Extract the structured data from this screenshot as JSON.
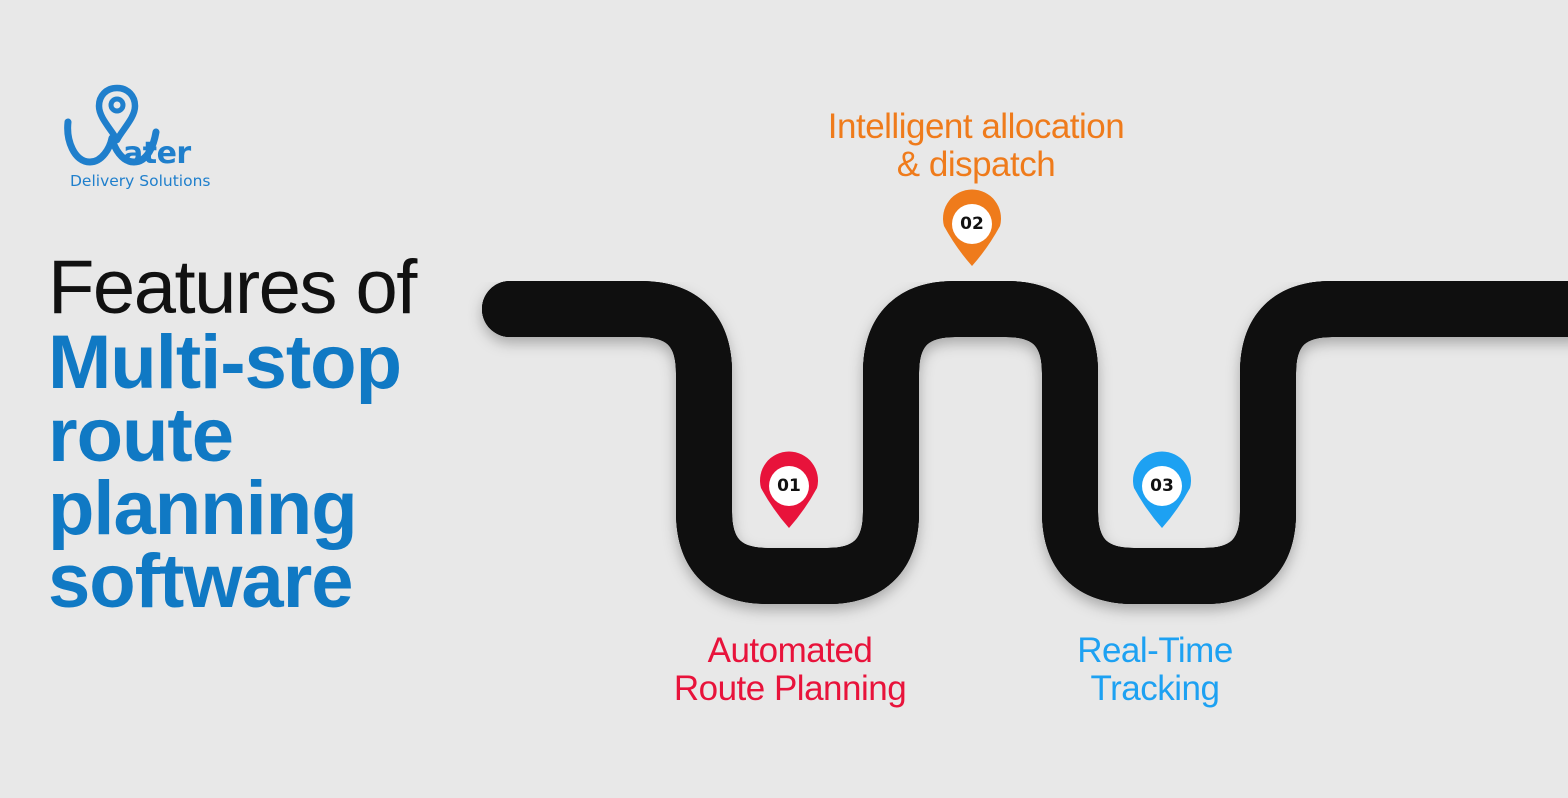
{
  "colors": {
    "background": "#e8e8e8",
    "brand_blue": "#1079c4",
    "feature_1": "#e8133b",
    "feature_2": "#ef7b1b",
    "feature_3": "#1da1f2",
    "road": "#0f0f0f"
  },
  "logo": {
    "word": "ater",
    "tagline": "Delivery Solutions",
    "icon": "water-drop-pin-icon"
  },
  "heading": {
    "line1": "Features of",
    "line2": "Multi-stop",
    "line3": "route",
    "line4": "planning",
    "line5": "software"
  },
  "features": [
    {
      "number": "01",
      "line1": "Automated",
      "line2": "Route Planning"
    },
    {
      "number": "02",
      "line1": "Intelligent allocation",
      "line2": "& dispatch"
    },
    {
      "number": "03",
      "line1": "Real-Time",
      "line2": "Tracking"
    }
  ]
}
